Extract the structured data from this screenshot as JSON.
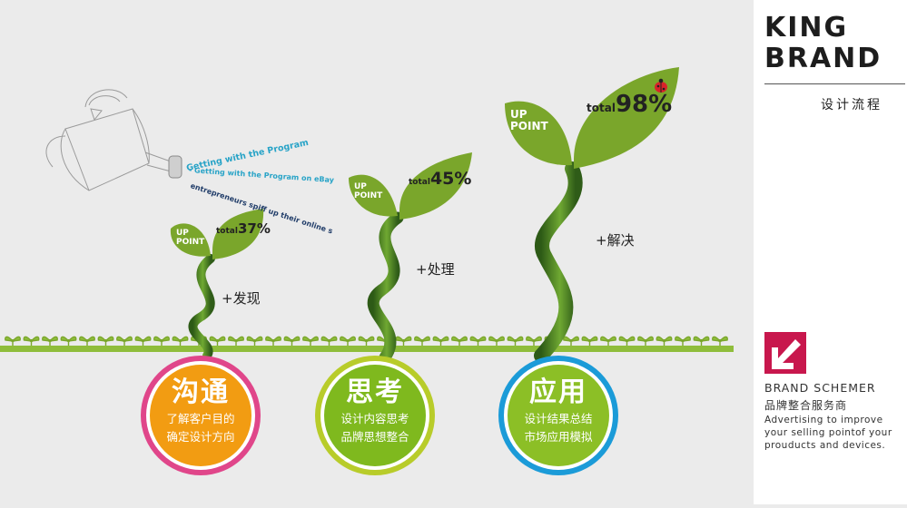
{
  "brand": {
    "title_line1": "KING",
    "title_line2": "BRAND",
    "subtitle": "设计流程"
  },
  "sidebar": {
    "schemer": "BRAND  SCHEMER",
    "schemer_cn": "品牌整合服务商",
    "description": "Advertising to improve your selling pointof your prouducts and devices."
  },
  "spray_texts": [
    "Getting with the Program",
    "- Getting with the Program on eBay",
    "entrepreneurs spiff up their online s"
  ],
  "stages": [
    {
      "leaf_label_1": "UP",
      "leaf_label_2": "POINT",
      "total_word": "total",
      "total_value": "37%",
      "action": "+发现",
      "circle_title": "沟通",
      "circle_line1": "了解客户目的",
      "circle_line2": "确定设计方向",
      "ring_color": "#e0468a",
      "fill_color": "#f29c12"
    },
    {
      "leaf_label_1": "UP",
      "leaf_label_2": "POINT",
      "total_word": "total",
      "total_value": "45%",
      "action": "+处理",
      "circle_title": "思考",
      "circle_line1": "设计内容思考",
      "circle_line2": "品牌思想整合",
      "ring_color": "#b8cc2a",
      "fill_color": "#7fb91e"
    },
    {
      "leaf_label_1": "UP",
      "leaf_label_2": "POINT",
      "total_word": "total",
      "total_value": "98%",
      "action": "+解决",
      "circle_title": "应用",
      "circle_line1": "设计结果总结",
      "circle_line2": "市场应用模拟",
      "ring_color": "#1b9bd8",
      "fill_color": "#8cbf26"
    }
  ],
  "colors": {
    "leaf": "#7aa62b",
    "stem_dark": "#2d5a16",
    "stem_light": "#6fa832",
    "ground": "#8fbd3b",
    "side_bg": "#ffffff"
  }
}
